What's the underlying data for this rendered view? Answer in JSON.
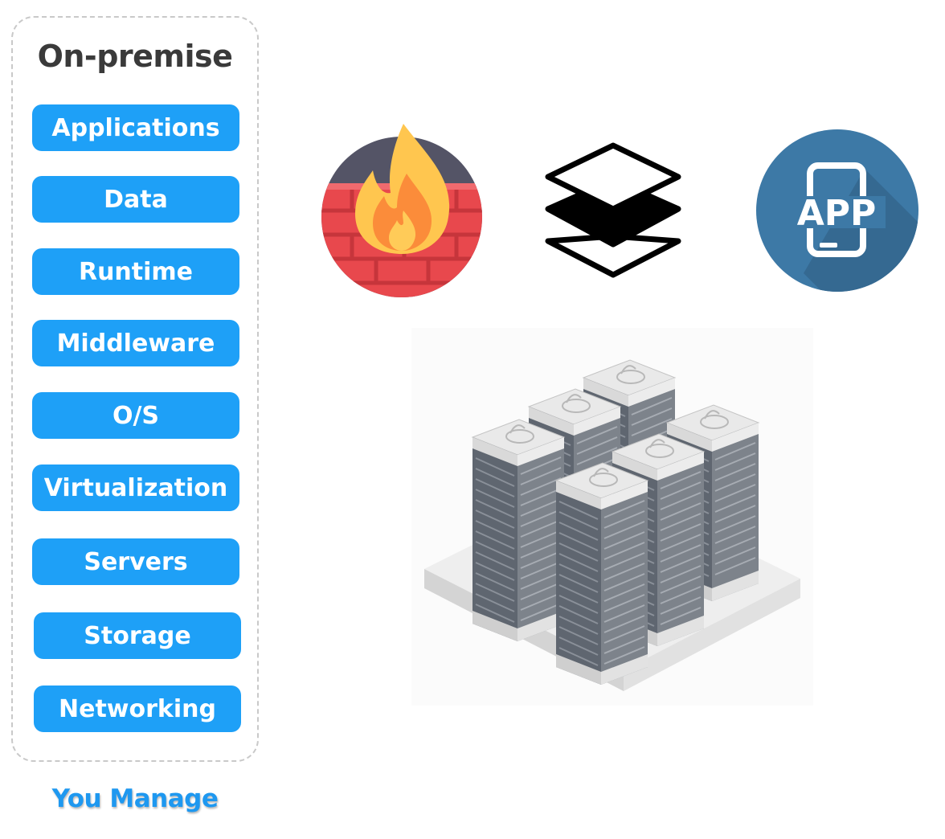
{
  "panel": {
    "title": "On-premise",
    "layers": [
      "Applications",
      "Data",
      "Runtime",
      "Middleware",
      "O/S",
      "Virtualization",
      "Servers",
      "Storage",
      "Networking"
    ],
    "footer": "You Manage"
  },
  "icons": {
    "firewall": "firewall-icon",
    "layers": "layers-icon",
    "app": "app-icon",
    "servers": "server-racks-icon",
    "app_text": "APP"
  },
  "colors": {
    "layer_fill": "#1ea0f7",
    "footer_text": "#1e98f0",
    "title_text": "#3a3a3a",
    "app_circle": "#3d79a6"
  }
}
